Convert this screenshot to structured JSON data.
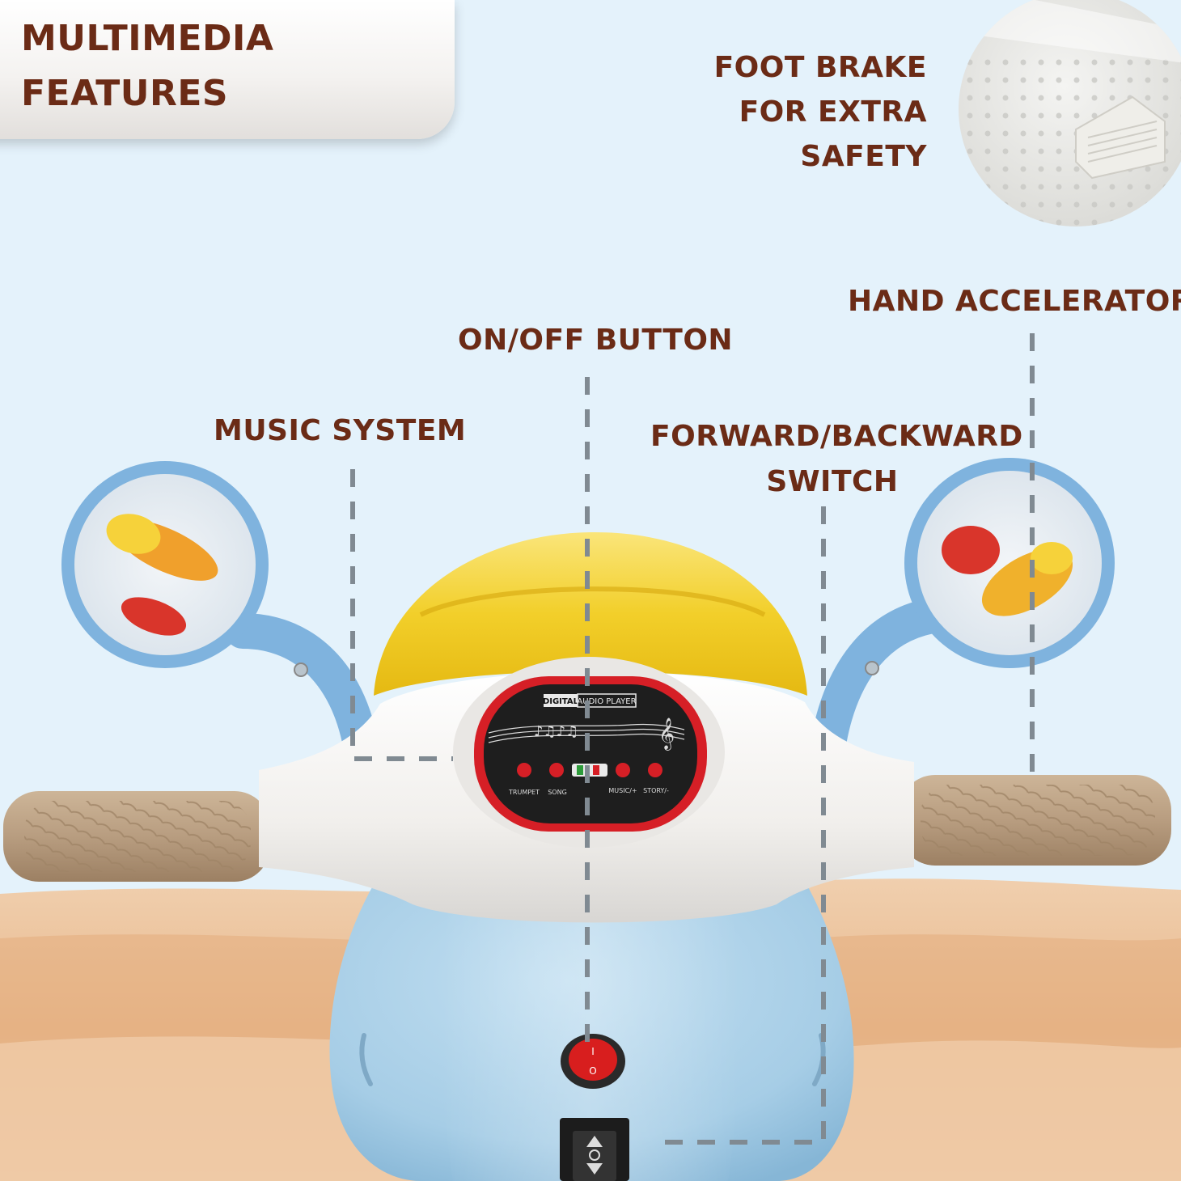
{
  "features": {
    "multimedia_title": [
      "MULTIMEDIA",
      "FEATURES"
    ],
    "foot_brake": [
      "FOOT BRAKE",
      "FOR EXTRA",
      "SAFETY"
    ],
    "hand_accelerator": "HAND ACCELERATOR",
    "on_off_button": "ON/OFF BUTTON",
    "music_system": "MUSIC SYSTEM",
    "forward_backward": [
      "FORWARD/BACKWARD",
      "SWITCH"
    ]
  },
  "panel": {
    "brand_a": "DIGITAL",
    "brand_b": "AUDIO PLAYER",
    "btn_trumpet": "TRUMPET",
    "btn_song": "SONG",
    "btn_music": "MUSIC/+",
    "btn_story": "STORY/-"
  },
  "colors": {
    "label_text": "#6b2b16",
    "sky": "#e4f2fb",
    "sand": "#e8b88c",
    "scooter_blue": "#a6cde6",
    "handle_blue": "#7fb3de",
    "grip_tan": "#b89d80",
    "headlight_yellow": "#f2cf2a"
  }
}
